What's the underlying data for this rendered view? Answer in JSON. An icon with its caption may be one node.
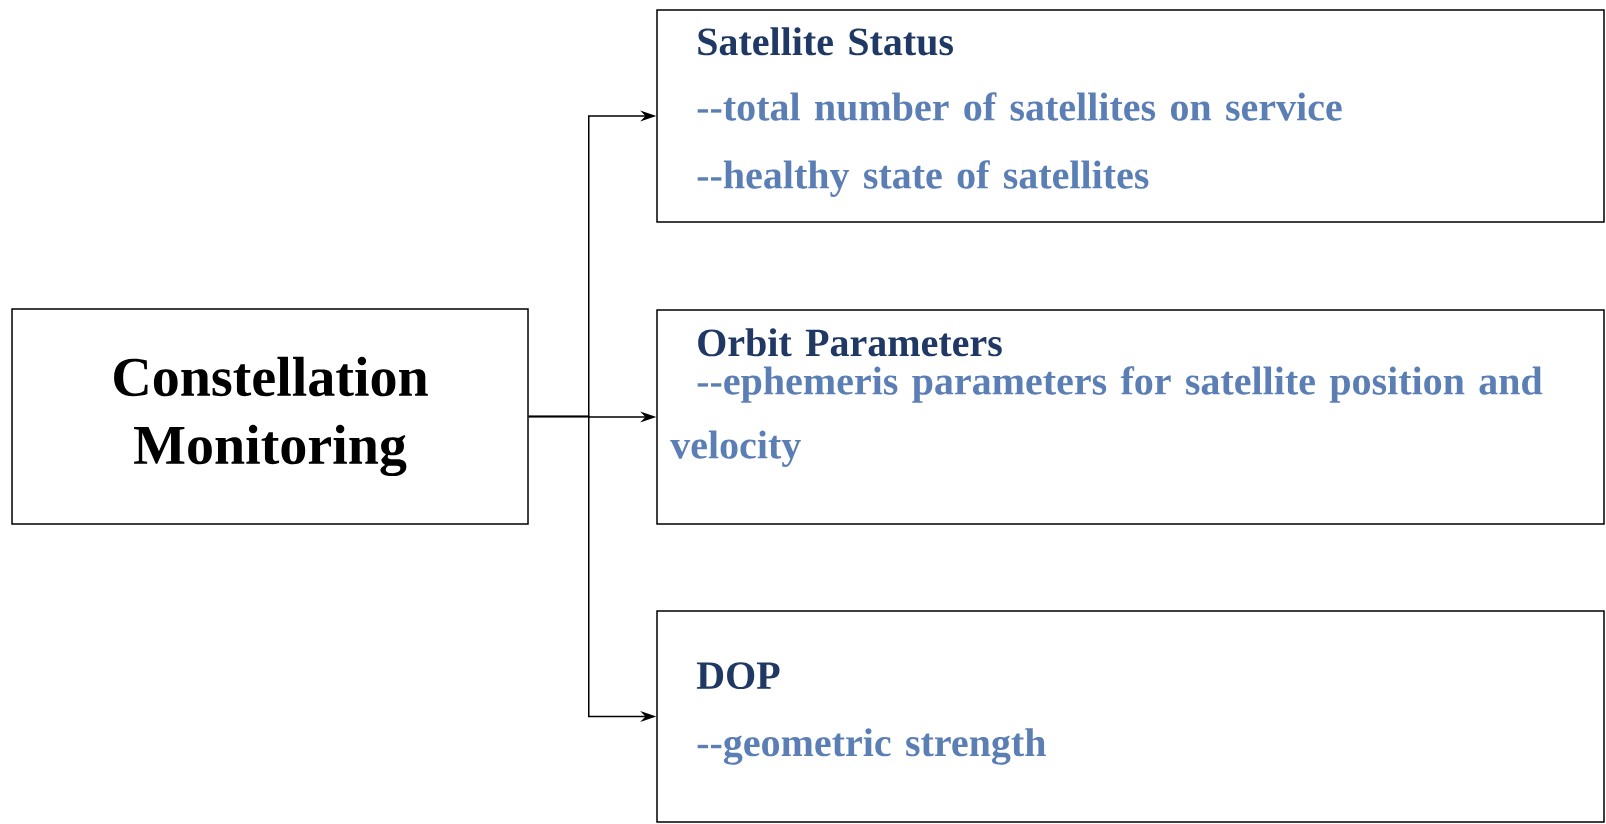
{
  "diagram": {
    "nodes": [
      {
        "text": [
          "Constellation Monitoring"
        ]
      },
      {
        "text": [
          "Satellite Status",
          "--total number of satellites on service",
          "--healthy state of satellites"
        ]
      },
      {
        "text": [
          "Orbit Parameters",
          "--ephemeris parameters for satellite position and velocity"
        ]
      },
      {
        "text": [
          "DOP",
          "--geometric strength"
        ]
      }
    ],
    "edges": [
      {
        "from": 0,
        "to": 1,
        "arrow": "to"
      },
      {
        "from": 0,
        "to": 2,
        "arrow": "to"
      },
      {
        "from": 0,
        "to": 3,
        "arrow": "to"
      }
    ]
  }
}
